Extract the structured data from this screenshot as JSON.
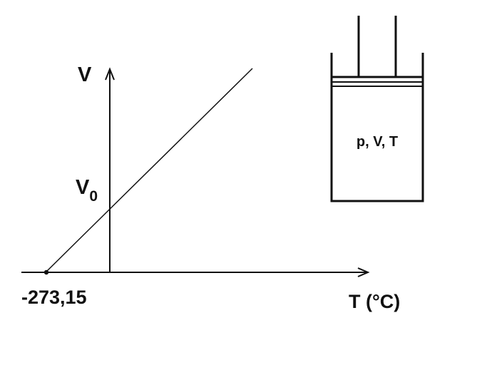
{
  "graph": {
    "y_axis_label": "V",
    "y_intercept_label": "V",
    "y_intercept_subscript": "0",
    "x_axis_label": "T (°C)",
    "x_intercept_label": "-273,15"
  },
  "cylinder": {
    "state_label": "p, V, T"
  },
  "colors": {
    "ink": "#111111",
    "background": "#ffffff"
  }
}
